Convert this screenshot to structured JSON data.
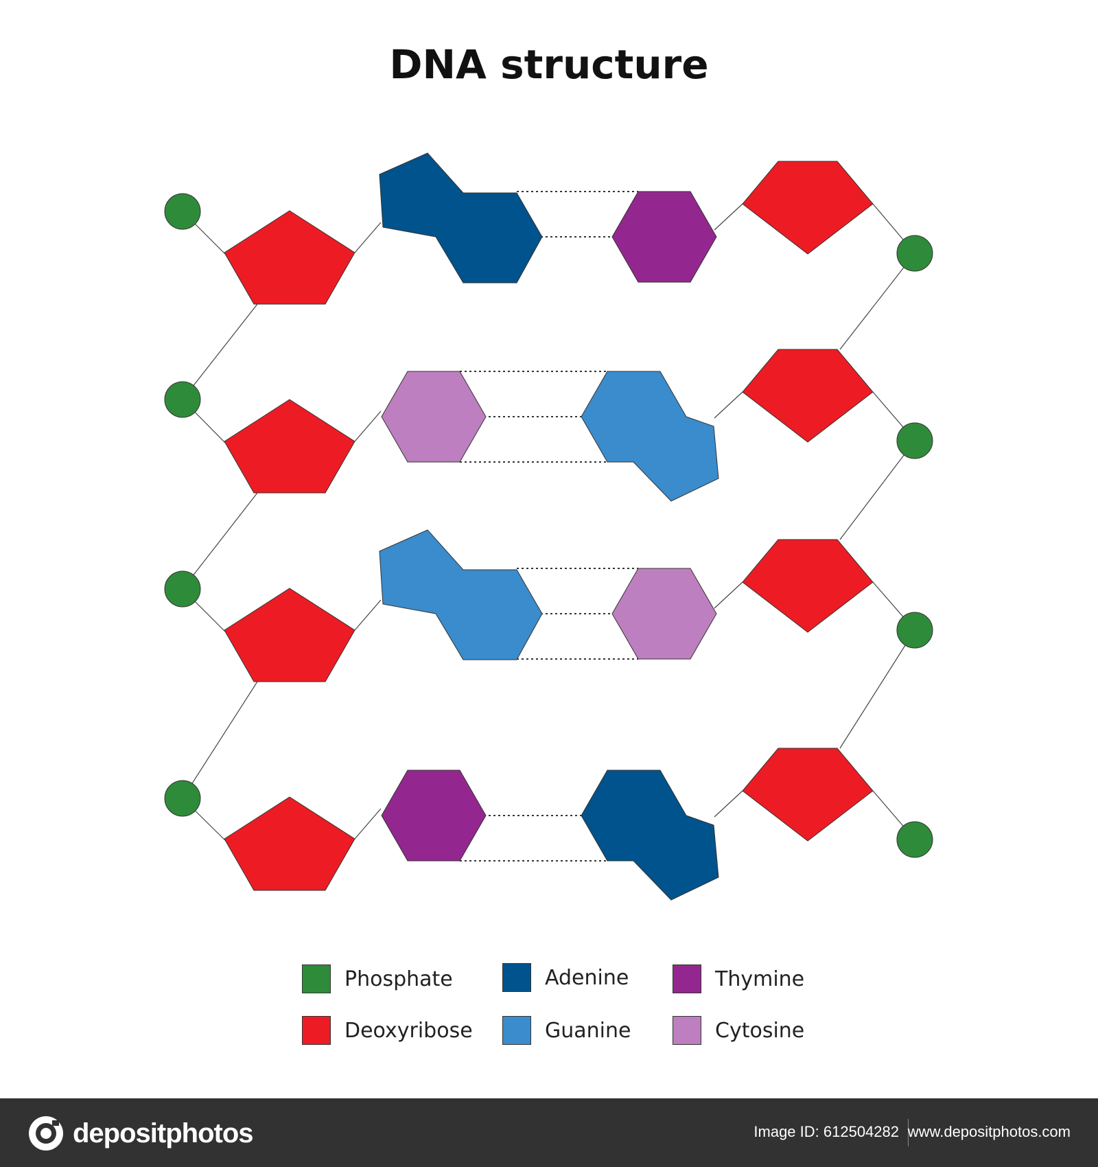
{
  "title": "DNA structure",
  "colors": {
    "phosphate": "#2e8b3a",
    "deoxyribose": "#ed1c24",
    "adenine": "#00538c",
    "guanine": "#3a8ccc",
    "thymine": "#93278f",
    "cytosine": "#bd7fbf"
  },
  "pairs": [
    {
      "left": "adenine",
      "right": "thymine"
    },
    {
      "left": "cytosine",
      "right": "guanine"
    },
    {
      "left": "guanine",
      "right": "cytosine"
    },
    {
      "left": "thymine",
      "right": "adenine"
    }
  ],
  "legend": [
    {
      "label": "Phosphate",
      "color": "#2e8b3a"
    },
    {
      "label": "Adenine",
      "color": "#00538c"
    },
    {
      "label": "Thymine",
      "color": "#93278f"
    },
    {
      "label": "Deoxyribose",
      "color": "#ed1c24"
    },
    {
      "label": "Guanine",
      "color": "#3a8ccc"
    },
    {
      "label": "Cytosine",
      "color": "#bd7fbf"
    }
  ],
  "footer": {
    "brand": "depositphotos",
    "image_id": "Image ID: 612504282",
    "url": "www.depositphotos.com"
  }
}
